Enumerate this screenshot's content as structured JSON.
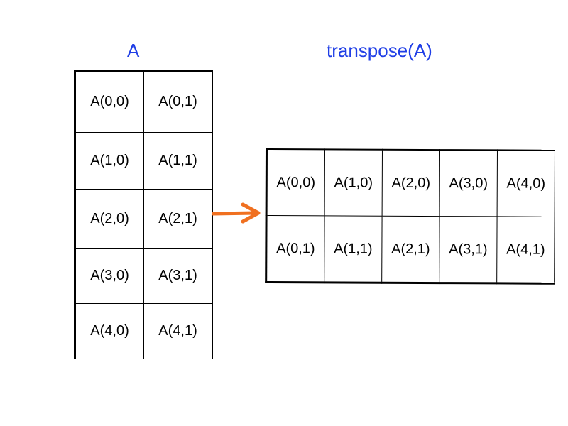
{
  "titles": {
    "original": "A",
    "transposed": "transpose(A)"
  },
  "colors": {
    "title": "#1f3ee6",
    "arrow": "#f07020",
    "grid": "#000000"
  },
  "matrix_a": {
    "rows": [
      [
        "A(0,0)",
        "A(0,1)"
      ],
      [
        "A(1,0)",
        "A(1,1)"
      ],
      [
        "A(2,0)",
        "A(2,1)"
      ],
      [
        "A(3,0)",
        "A(3,1)"
      ],
      [
        "A(4,0)",
        "A(4,1)"
      ]
    ]
  },
  "matrix_t": {
    "rows": [
      [
        "A(0,0)",
        "A(1,0)",
        "A(2,0)",
        "A(3,0)",
        "A(4,0)"
      ],
      [
        "A(0,1)",
        "A(1,1)",
        "A(2,1)",
        "A(3,1)",
        "A(4,1)"
      ]
    ]
  },
  "arrow_icon": "right-arrow-icon"
}
